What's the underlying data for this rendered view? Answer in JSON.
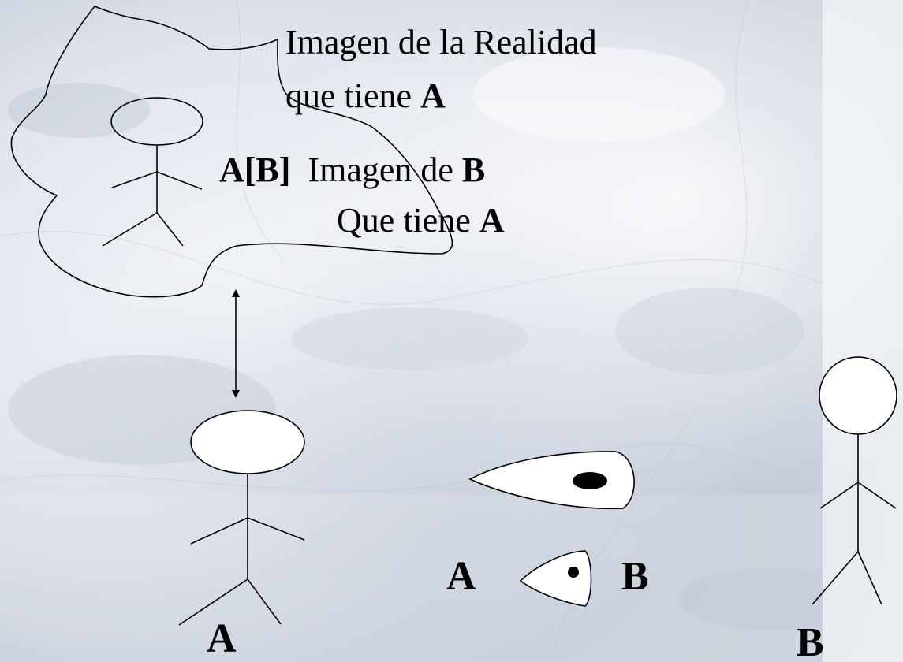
{
  "diagram": {
    "cloud_caption": {
      "line1": "Imagen de la Realidad",
      "line2_prefix": "que tiene ",
      "line2_bold": "A"
    },
    "inner_image": {
      "label_bold": "A[B]",
      "text1": "Imagen  de ",
      "text1_bold": "B",
      "text2": "Que tiene ",
      "text2_bold": "A"
    },
    "person_a_label": "A",
    "person_b_label": "B",
    "relation": {
      "left_label": "A",
      "right_label": "B"
    }
  },
  "colors": {
    "background_light": "#eef1f6",
    "background_mid": "#d3d9e4",
    "background_right_panel": "#f3f5f8",
    "ink": "#000000",
    "fill": "#ffffff"
  },
  "icons": {
    "person": "stick-figure",
    "eye": "eye-shape"
  }
}
